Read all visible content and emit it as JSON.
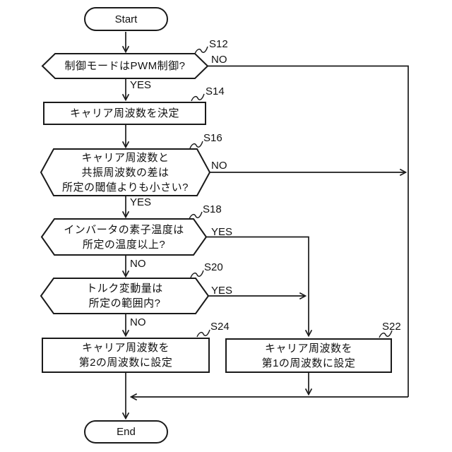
{
  "colors": {
    "background": "#ffffff",
    "stroke": "#1a1a1a",
    "text": "#111111"
  },
  "flowchart": {
    "start": {
      "label": "Start"
    },
    "end": {
      "label": "End"
    },
    "s12": {
      "step": "S12",
      "text": "制御モードはPWM制御?",
      "no": "NO",
      "yes": "YES"
    },
    "s14": {
      "step": "S14",
      "text": "キャリア周波数を決定"
    },
    "s16": {
      "step": "S16",
      "line1": "キャリア周波数と",
      "line2": "共振周波数の差は",
      "line3": "所定の閾値よりも小さい?",
      "no": "NO",
      "yes": "YES"
    },
    "s18": {
      "step": "S18",
      "line1": "インバータの素子温度は",
      "line2": "所定の温度以上?",
      "yes": "YES",
      "no": "NO"
    },
    "s20": {
      "step": "S20",
      "line1": "トルク変動量は",
      "line2": "所定の範囲内?",
      "yes": "YES",
      "no": "NO"
    },
    "s24": {
      "step": "S24",
      "line1": "キャリア周波数を",
      "line2": "第2の周波数に設定"
    },
    "s22": {
      "step": "S22",
      "line1": "キャリア周波数を",
      "line2": "第1の周波数に設定"
    }
  }
}
